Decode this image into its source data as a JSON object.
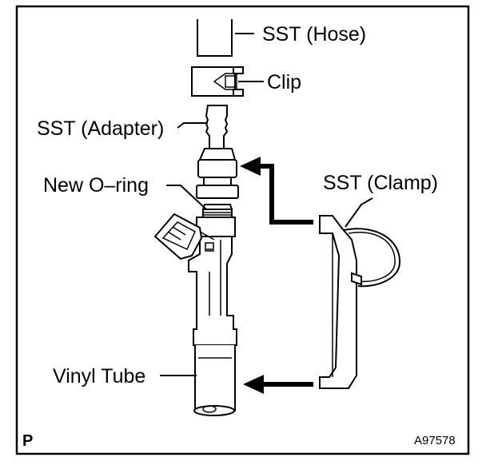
{
  "labels": {
    "sst_hose": "SST (Hose)",
    "clip": "Clip",
    "sst_adapter": "SST (Adapter)",
    "new_o_ring": "New O–ring",
    "sst_clamp": "SST (Clamp)",
    "vinyl_tube": "Vinyl Tube"
  },
  "corner_mark": "P",
  "figure_code": "A97578"
}
